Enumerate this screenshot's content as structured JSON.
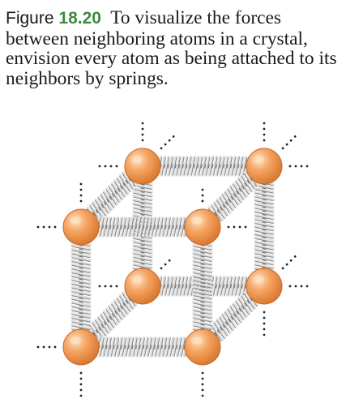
{
  "figure": {
    "label": "Figure",
    "number": "18.20",
    "caption_text": "To visualize the forces between neighboring atoms in a crystal, envision every atom as being attached to its neighbors by springs."
  },
  "colors": {
    "figure_number": "#3f8a3f",
    "atom_fill": "#f29a55",
    "atom_highlight": "#fde3c6",
    "atom_edge": "#c86b2c",
    "spring": "#a3a3a3",
    "spring_dark": "#6e6e6e",
    "dots": "#222222"
  }
}
